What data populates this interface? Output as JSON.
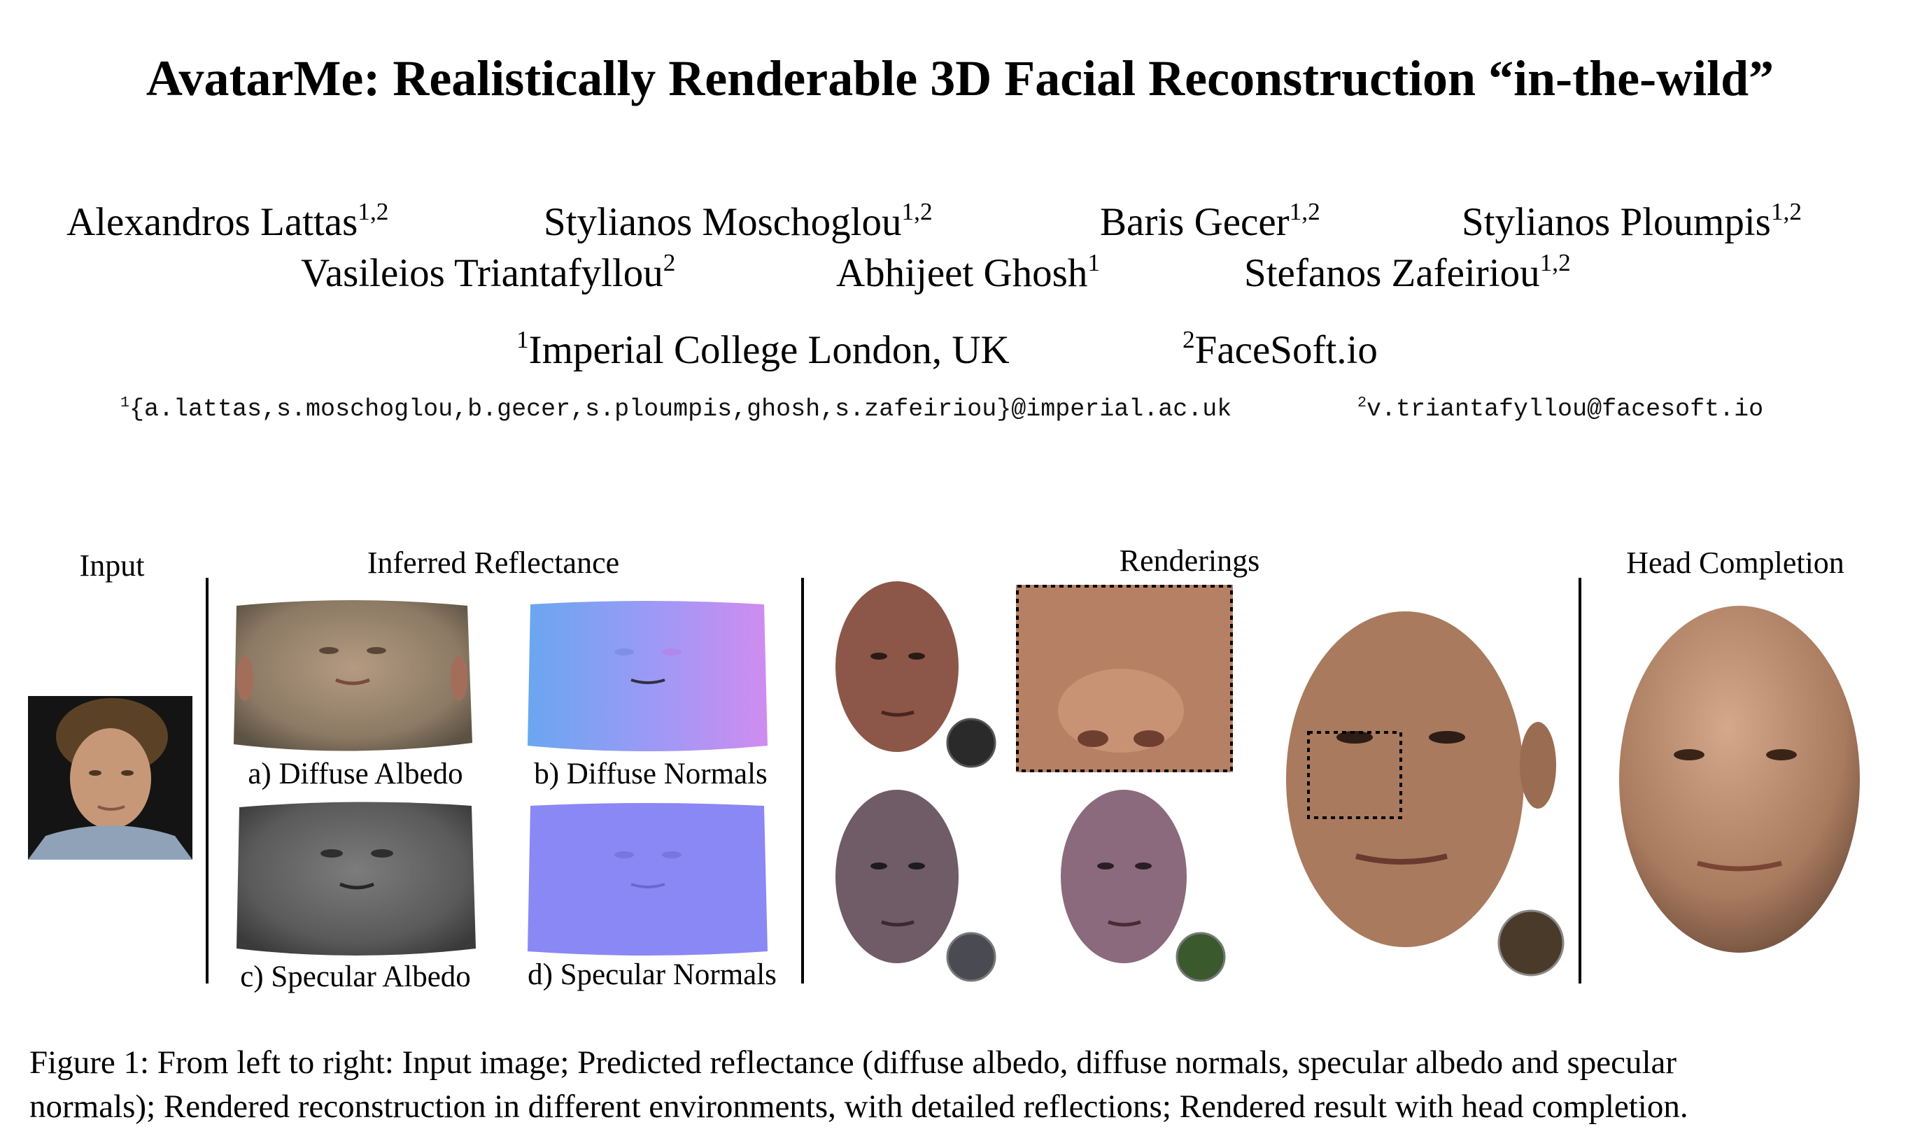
{
  "title": "AvatarMe: Realistically Renderable 3D Facial Reconstruction “in-the-wild”",
  "authors": [
    {
      "name": "Alexandros Lattas",
      "aff": "1,2"
    },
    {
      "name": "Stylianos Moschoglou",
      "aff": "1,2"
    },
    {
      "name": "Baris Gecer",
      "aff": "1,2"
    },
    {
      "name": "Stylianos Ploumpis",
      "aff": "1,2"
    },
    {
      "name": "Vasileios Triantafyllou",
      "aff": "2"
    },
    {
      "name": "Abhijeet Ghosh",
      "aff": "1"
    },
    {
      "name": "Stefanos Zafeiriou",
      "aff": "1,2"
    }
  ],
  "affiliations": [
    {
      "mark": "1",
      "name": "Imperial College London, UK"
    },
    {
      "mark": "2",
      "name": "FaceSoft.io"
    }
  ],
  "emails": [
    {
      "mark": "1",
      "text": "{a.lattas,s.moschoglou,b.gecer,s.ploumpis,ghosh,s.zafeiriou}@imperial.ac.uk"
    },
    {
      "mark": "2",
      "text": "v.triantafyllou@facesoft.io"
    }
  ],
  "figure": {
    "sections": {
      "input": "Input",
      "reflectance": "Inferred Reflectance",
      "renderings": "Renderings",
      "head": "Head Completion"
    },
    "sublabels": {
      "a": "a) Diffuse Albedo",
      "b": "b) Diffuse Normals",
      "c": "c) Specular Albedo",
      "d": "d) Specular Normals"
    },
    "caption_lines": [
      "Figure 1:  From left to right: Input image; Predicted reflectance (diffuse albedo, diffuse normals, specular albedo and specular",
      "normals); Rendered reconstruction in different environments, with detailed reflections; Rendered result with head completion."
    ]
  },
  "colors": {
    "diffuse_albedo": "#9c8670",
    "diffuse_normals_left": "#7aa4f0",
    "diffuse_normals_right": "#c48cf2",
    "specular_albedo": "#5f5f5f",
    "specular_normals": "#8a88f4",
    "skin": "#a97a5e"
  }
}
